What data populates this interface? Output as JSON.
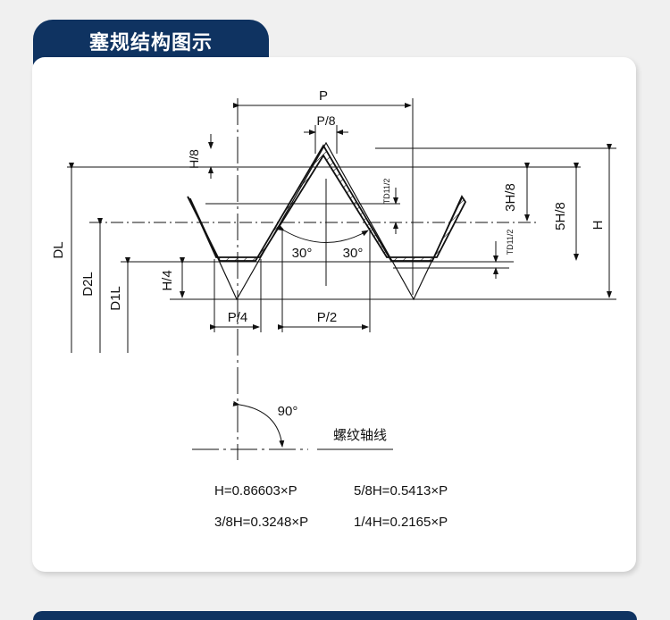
{
  "header": {
    "title": "塞规结构图示"
  },
  "labels": {
    "p": "P",
    "p8": "P/8",
    "h8": "H/8",
    "td_upper": "TD11/2",
    "td_lower": "TD11/2",
    "h3_8": "3H/8",
    "h5_8": "5H/8",
    "h": "H",
    "dl": "DL",
    "d2l": "D2L",
    "d1l": "D1L",
    "h4": "H/4",
    "angle_left": "30°",
    "angle_right": "30°",
    "p4": "P/4",
    "p2": "P/2",
    "angle_90": "90°",
    "axis": "螺纹轴线"
  },
  "formulas": [
    "H=0.86603×P",
    "5/8H=0.5413×P",
    "3/8H=0.3248×P",
    "1/4H=0.2165×P"
  ]
}
